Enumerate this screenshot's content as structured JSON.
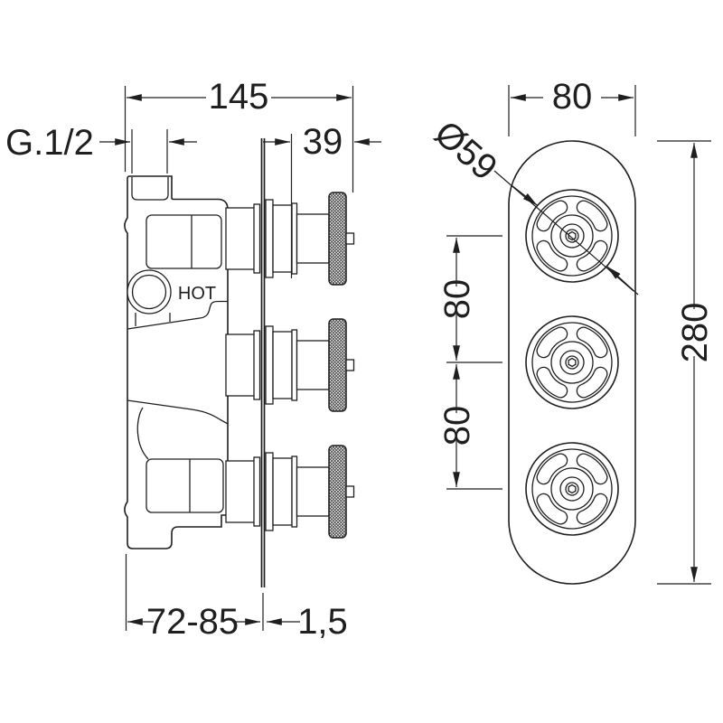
{
  "colors": {
    "line": "#1f1f1f",
    "background": "#ffffff"
  },
  "side_view": {
    "port_label": "HOT",
    "dims": {
      "overall_width": "145",
      "inlet_thread": "G.1/2",
      "handle_projection": "39",
      "installation_depth": "72-85",
      "plate_thickness": "1,5"
    }
  },
  "front_view": {
    "dims": {
      "plate_width": "80",
      "handle_diameter": "Ø59",
      "handle_spacing_upper": "80",
      "handle_spacing_lower": "80",
      "plate_height": "280"
    }
  }
}
